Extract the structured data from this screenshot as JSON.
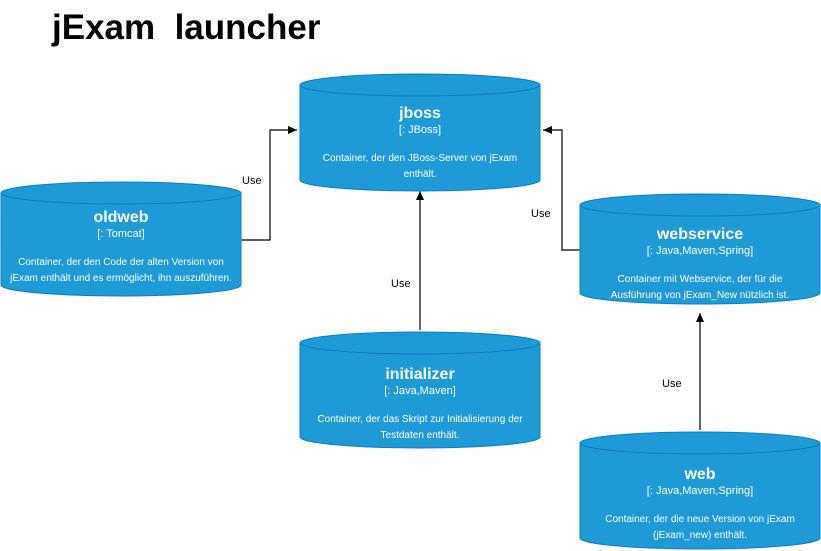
{
  "title": "jExam  launcher",
  "colors": {
    "container_fill": "#1E9AD6",
    "container_stroke": "#0E7DC0",
    "text": "#ffffff",
    "edge": "#000000"
  },
  "nodes": {
    "jboss": {
      "name": "jboss",
      "tech": "[: JBoss]",
      "description": "Container, der den JBoss-Server von jExam enthält."
    },
    "oldweb": {
      "name": "oldweb",
      "tech": "[: Tomcat]",
      "description": "Container, der den Code der alten Version von jExam enthält und es ermöglicht, ihn auszuführen."
    },
    "webservice": {
      "name": "webservice",
      "tech": "[: Java,Maven,Spring]",
      "description": "Container mit Webservice, der für die Ausführung von jExam_New nützlich ist."
    },
    "initializer": {
      "name": "initializer",
      "tech": "[: Java,Maven]",
      "description": "Container, der das Skript zur Initialisierung der Testdaten enthält."
    },
    "web": {
      "name": "web",
      "tech": "[: Java,Maven,Spring]",
      "description": "Container, der die neue Version von jExam (jExam_new) enthält."
    }
  },
  "edges": {
    "oldweb_to_jboss": "Use",
    "initializer_to_jboss": "Use",
    "webservice_to_jboss": "Use",
    "web_to_webservice": "Use"
  }
}
